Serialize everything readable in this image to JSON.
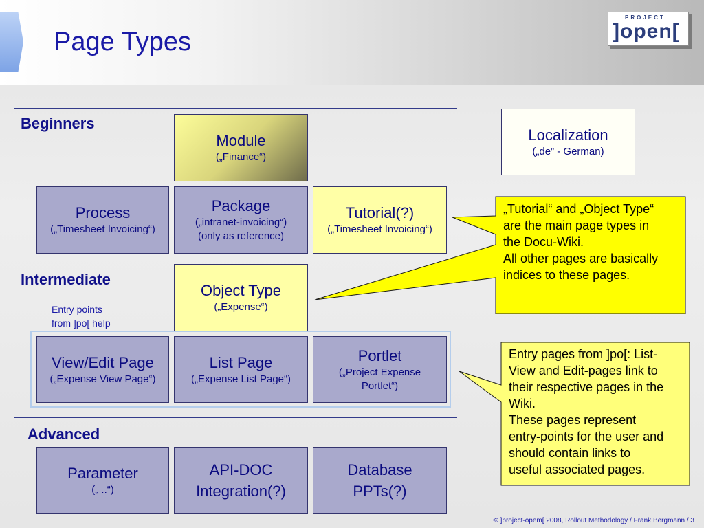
{
  "title": "Page Types",
  "logo": {
    "superscript": "PROJECT",
    "main": "]open["
  },
  "sections": {
    "beginners": "Beginners",
    "intermediate": "Intermediate",
    "advanced": "Advanced"
  },
  "entry_note": {
    "line1": "Entry points",
    "line2": "from ]po[ help"
  },
  "boxes": {
    "module": {
      "title": "Module",
      "sub": "(„Finance“)"
    },
    "localization": {
      "title": "Localization",
      "sub": "(„de” - German)"
    },
    "process": {
      "title": "Process",
      "sub": "(„Timesheet Invoicing“)"
    },
    "package": {
      "title": "Package",
      "sub1": "(„intranet-invoicing“)",
      "sub2": "(only as reference)"
    },
    "tutorial": {
      "title": "Tutorial(?)",
      "sub": "(„Timesheet Invoicing“)"
    },
    "object_type": {
      "title": "Object Type",
      "sub": "(„Expense“)"
    },
    "view_edit": {
      "title": "View/Edit Page",
      "sub": "(„Expense View Page“)"
    },
    "list_page": {
      "title": "List Page",
      "sub": "(„Expense List Page“)"
    },
    "portlet": {
      "title": "Portlet",
      "sub1": "(„Project Expense",
      "sub2": "Portlet“)"
    },
    "parameter": {
      "title": "Parameter",
      "sub": "(„ ..“)"
    },
    "api_doc": {
      "line1": "API-DOC",
      "line2": "Integration(?)"
    },
    "database": {
      "line1": "Database",
      "line2": "PPTs(?)"
    }
  },
  "callouts": {
    "top": [
      "„Tutorial“ and „Object Type“",
      "are the main page types in",
      "the Docu-Wiki.",
      "All other pages are basically",
      "indices to these pages."
    ],
    "bottom": [
      "Entry pages from ]po[: List-",
      "View and Edit-pages link to",
      "their respective pages in the",
      "Wiki.",
      "These pages represent",
      "entry-points for the user and",
      "should contain links to",
      "useful associated pages."
    ]
  },
  "footer": "©  ]project-opem[  2008, Rollout Methodology / Frank Bergmann / 3",
  "colors": {
    "title": "#1a1aa6",
    "box_purple": "#a9a9cc",
    "box_yellow": "#ffffa6",
    "callout_yellow": "#ffff00"
  }
}
